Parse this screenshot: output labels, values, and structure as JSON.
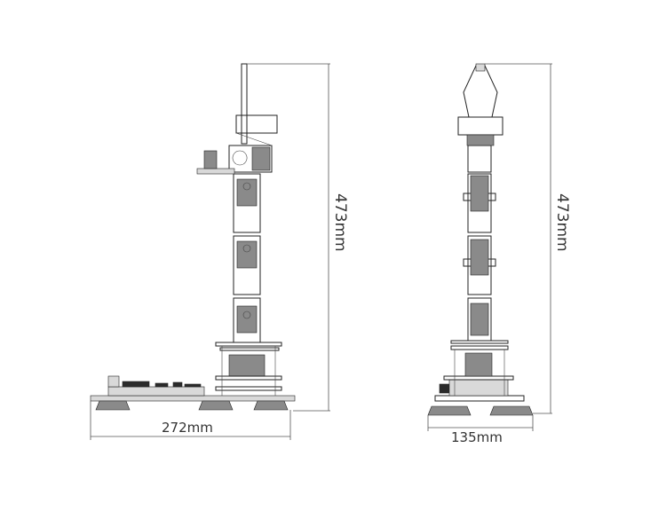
{
  "side_view": {
    "height_label": "473mm",
    "width_label": "272mm"
  },
  "front_view": {
    "height_label": "473mm",
    "width_label": "135mm"
  }
}
